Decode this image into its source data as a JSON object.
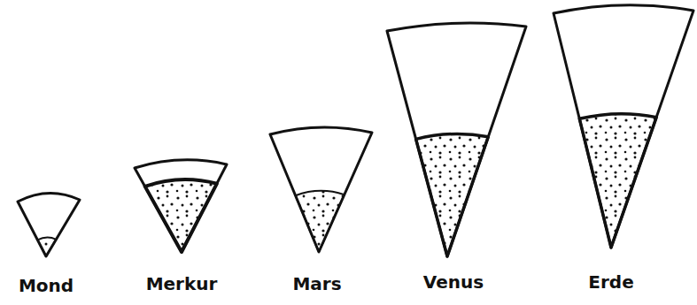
{
  "diagram": {
    "labels": [
      "Mond",
      "Merkur",
      "Mars",
      "Venus",
      "Erde"
    ]
  }
}
